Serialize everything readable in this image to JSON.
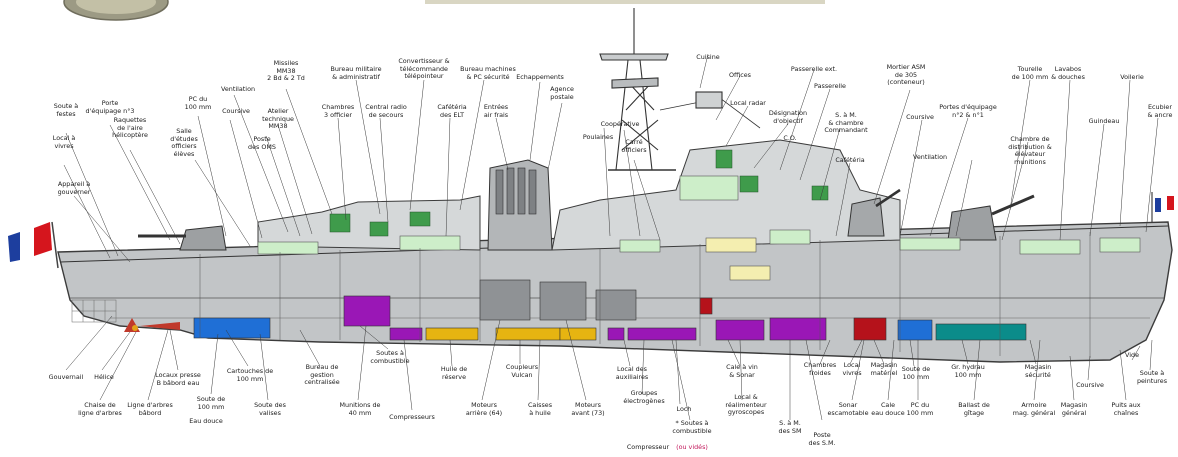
{
  "colors": {
    "hull": "#bfc2c4",
    "mint": "#cdeec9",
    "yellow_room": "#f4eeb0",
    "blue_tank": "#1f6fd6",
    "purple_tank": "#9a17b6",
    "gold_tank": "#e6b411",
    "red_tank": "#b5121b",
    "teal_tank": "#0b8c8a",
    "annotation_pink": "#c2185b"
  },
  "labels": {
    "top": [
      "Soute à\nfestes",
      "Local à\nvivres",
      "Appareil à\ngouverner",
      "Porte\nd'équipage n°3",
      "Raquettes\nde l'aire\nhélicoptère",
      "PC du\n100 mm",
      "Salle\nd'études\nofficiers\nélèves",
      "Coursive",
      "Poste\ndes OMS",
      "Ventilation",
      "Atelier\ntechnique\nMM38",
      "Missiles\nMM38\n2 Bd & 2 Td",
      "Chambres\n3 officier",
      "Bureau militaire\n& administratif",
      "Central radio\nde secours",
      "Convertisseur &\ntélécommande\ntélépointeur",
      "Bureau machines\n& PC sécurité",
      "Cafétéria\ndes ELT",
      "Entrées\nair frais",
      "Echappements",
      "Agence\npostale",
      "Poulaines",
      "Coopérative",
      "Carré\nofficiers",
      "Cuisine",
      "Offices",
      "Local radar",
      "Désignation\nd'objectif",
      "C.O.",
      "Passerelle ext.",
      "Passerelle",
      "S. à M.\n& chambre\nCommandant",
      "Cafétéria",
      "Mortier ASM\nde 305\n(conteneur)",
      "Coursive",
      "Portes d'équipage\nn°2 & n°1",
      "Ventilation",
      "Tourelle\nde 100 mm",
      "Lavabos\n& douches",
      "Chambre de\ndistribution &\nélévateur\nmunitions",
      "Guindeau",
      "Voilerie",
      "Ecubier\n& ancre"
    ],
    "bottom": [
      "Gouvernail",
      "Hélice",
      "Chaise de\nligne d'arbres",
      "Locaux presse\nB bâbord eau",
      "Ligne d'arbres\nbâbord",
      "Cartouches de\n100 mm",
      "Soute de\n100 mm",
      "Eau douce",
      "Bureau de\ngestion\ncentralisée",
      "Soute des\nvalises",
      "Soutes à\ncombustible",
      "Munitions de\n40 mm",
      "Compresseurs",
      "Huile de\nréserve",
      "Moteurs\narrière (64)",
      "Coupleurs\nVulcan",
      "Caisses\nà huile",
      "Moteurs\navant (73)",
      "Local des\nauxiliaires",
      "Groupes\nélectrogènes",
      "Loch",
      "* Soutes à\ncombustible",
      "(ou vidés)",
      "Compresseur",
      "Cale à vin\n& Sonar",
      "Local &\nréalimenteur\ngyroscopes",
      "S. à M.\ndes SM",
      "Poste\ndes S.M.",
      "Chambres\nfroides",
      "Local\nvivres",
      "Sonar\nescamotable",
      "Magasin\nmatériel",
      "Cale\neau douce",
      "Soute de\n100 mm",
      "PC du\n100 mm",
      "Gr. hydrau\n100 mm",
      "Ballast de\ngîtage",
      "Magasin\nsécurité",
      "Armoire\nmag. général",
      "Magasin\ngénéral",
      "Coursive",
      "Puits aux\nchaînes",
      "Vide",
      "Soute à\npeintures"
    ]
  }
}
